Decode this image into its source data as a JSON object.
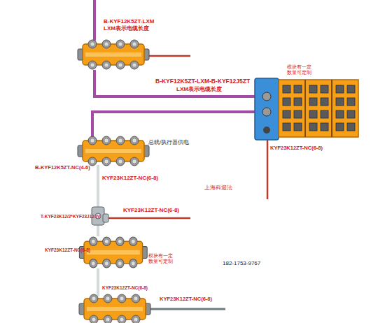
{
  "diagram": {
    "labels": [
      "B-KYF12K5ZT-LXM",
      "LXM表示电缆长度",
      "模块有一定 数量可定制",
      "B-KYF12K5ZT-LXM-B-KYF12J5ZT",
      "LXM表示电缆长度",
      "总线/执行器供电",
      "KYF23K12ZT-NC(6-8)",
      "B-KYF12K5ZT-NC(4-6)",
      "KYF23K12ZT-NC(6-8)",
      "上海科迎法",
      "KYF23K12ZT-NC(6-8)",
      "T-KYF23K12/2*KYF23J12-IV",
      "KYF23K12ZT-NC(6-8)",
      "模块有一定 数量可定制",
      "182-1753-9767",
      "KYF23K12ZT-NC(6-8)",
      "KYF23K12ZT-NC(6-8)"
    ]
  }
}
